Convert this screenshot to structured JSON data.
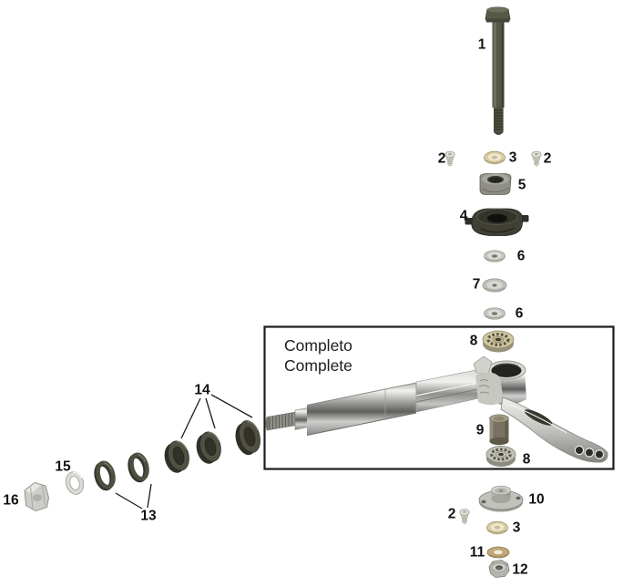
{
  "diagram": {
    "type": "exploded-parts-diagram",
    "box": {
      "line1": "Completo",
      "line2": "Complete"
    },
    "colors": {
      "background": "#ffffff",
      "outline": "#1c1c1c",
      "label_text": "#111111",
      "dark_metal": "#4a4a3e",
      "chrome": "#c6c6c0",
      "brass": "#d9cda2",
      "bearing_tan": "#cfc6a4"
    },
    "callouts": [
      {
        "ref": "kingpin-bolt",
        "text": "1"
      },
      {
        "ref": "screw-top-left",
        "text": "2"
      },
      {
        "ref": "cup-washer-top",
        "text": "3"
      },
      {
        "ref": "screw-top-right",
        "text": "2"
      },
      {
        "ref": "nut-upper",
        "text": "5"
      },
      {
        "ref": "clamp-plate",
        "text": "4"
      },
      {
        "ref": "washer-upper",
        "text": "6"
      },
      {
        "ref": "dished-washer",
        "text": "7"
      },
      {
        "ref": "washer-lower",
        "text": "6"
      },
      {
        "ref": "bearing-upper",
        "text": "8"
      },
      {
        "ref": "spacer-bushing",
        "text": "9"
      },
      {
        "ref": "bearing-lower",
        "text": "8"
      },
      {
        "ref": "wide-spacer-rings",
        "text": "14"
      },
      {
        "ref": "thin-spacer-rings",
        "text": "13"
      },
      {
        "ref": "flat-washer-left",
        "text": "15"
      },
      {
        "ref": "hex-nut-left",
        "text": "16"
      },
      {
        "ref": "flanged-cap",
        "text": "10"
      },
      {
        "ref": "screw-bottom",
        "text": "2"
      },
      {
        "ref": "cup-washer-bottom",
        "text": "3"
      },
      {
        "ref": "brass-washer",
        "text": "11"
      },
      {
        "ref": "hex-nut-bottom",
        "text": "12"
      }
    ]
  }
}
